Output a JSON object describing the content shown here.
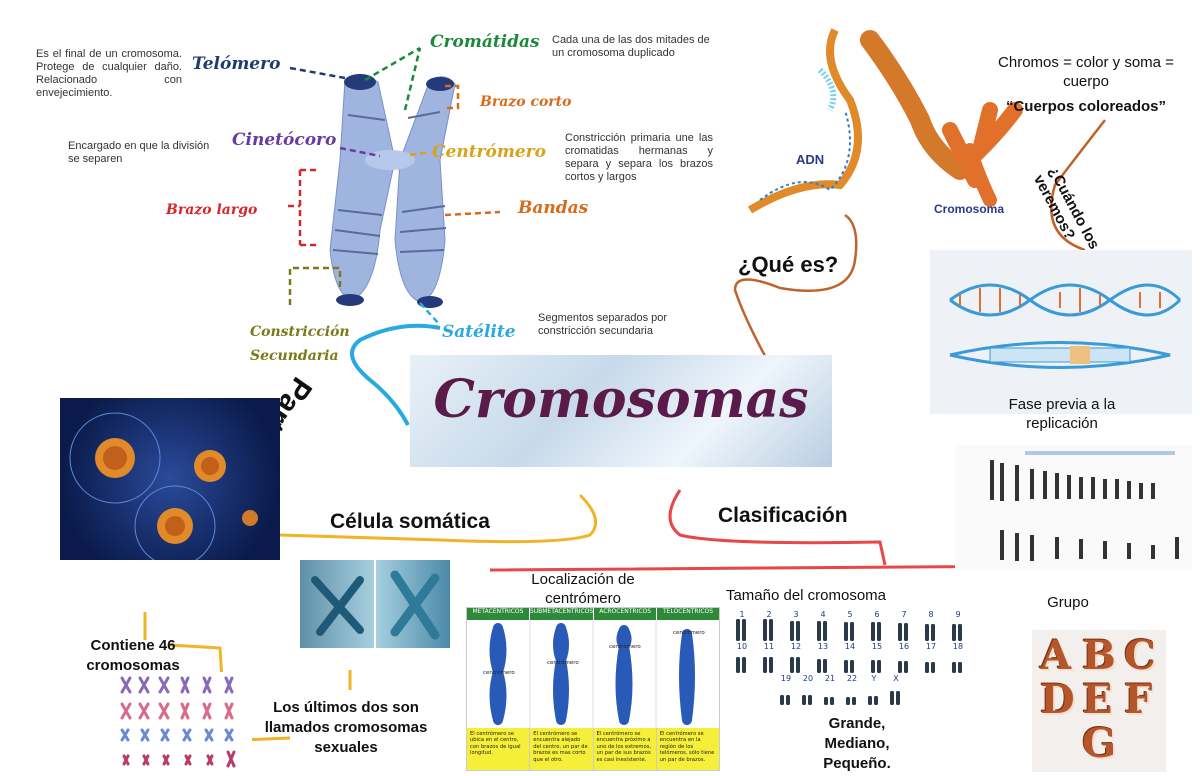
{
  "title": "Cromosomas",
  "parts_label": "Partes",
  "que_es_label": "¿Qué es?",
  "cuando_label": "¿Cuándo los veremos?",
  "celula_label": "Célula somática",
  "clasificacion_label": "Clasificación",
  "telomero": {
    "name": "Telómero",
    "desc": "Es el final de un cromosoma. Protege de cualquier daño. Relacionado con envejecimiento."
  },
  "cromatidas": {
    "name": "Cromátidas",
    "desc": "Cada una de las dos mitades de un cromosoma duplicado"
  },
  "brazo_corto": "Brazo corto",
  "cinetocoro": {
    "name": "Cinetócoro",
    "desc": "Encargado en que la división se separen"
  },
  "centromero": {
    "name": "Centrómero",
    "desc": "Constricción primaria une las cromatidas hermanas y separa y separa los brazos cortos y largos"
  },
  "brazo_largo": "Brazo largo",
  "bandas": "Bandas",
  "constriccion": {
    "line1": "Constricción",
    "line2": "Secundaria"
  },
  "satelite": {
    "name": "Satélite",
    "desc": "Segmentos separados por constricción secundaria"
  },
  "adn_label": "ADN",
  "cromosoma_label": "Cromosoma",
  "chromos_def": "Chromos = color y soma = cuerpo",
  "cuerpos": "“Cuerpos coloreados”",
  "fase_previa": "Fase previa a la replicación",
  "contiene": "Contiene 46 cromosomas",
  "ultimos": "Los últimos dos son llamados cromosomas sexuales",
  "localizacion": "Localización de centrómero",
  "tamano": "Tamaño del cromosoma",
  "grande": "Grande, Mediano, Pequeño.",
  "grupo": "Grupo",
  "centromere_table": {
    "headers": [
      "METACÉNTRICOS",
      "SUBMETACÉNTRICOS",
      "ACROCÉNTRICOS",
      "TELOCÉNTRICOS"
    ],
    "inner_labels": [
      "centrómero",
      "centrómero",
      "centrómero",
      "centrómero"
    ],
    "footers": [
      "El centrómero se ubica en el centro, con brazos de igual longitud.",
      "El centrómero se encuentra alejado del centro, un par de brazos es mas corto que el otro.",
      "El centrómero se encuentra próximo a uno de los extremos, un par de sus brazos es casi inexistente.",
      "El centrómero se encuentra en la región de los telómeros, sólo tiene un par de brazos."
    ]
  },
  "karyotype_numbers": [
    "1",
    "2",
    "3",
    "4",
    "5",
    "6",
    "7",
    "8",
    "9",
    "10",
    "11",
    "12",
    "13",
    "14",
    "15",
    "16",
    "17",
    "18",
    "19",
    "20",
    "21",
    "22",
    "Y",
    "X"
  ],
  "group_letters": [
    "A",
    "B",
    "C",
    "D",
    "E",
    "F",
    "G"
  ],
  "colors": {
    "blue_line": "#29a9e1",
    "orange_line": "#c0622a",
    "yellow_line": "#f0b429",
    "red_line": "#e8474a",
    "dark_blue": "#1f3b73",
    "green": "#1a8a3a",
    "orange": "#d86a1a",
    "purple": "#6b3aa0",
    "red": "#d7262b",
    "olive": "#7a7a1a"
  }
}
